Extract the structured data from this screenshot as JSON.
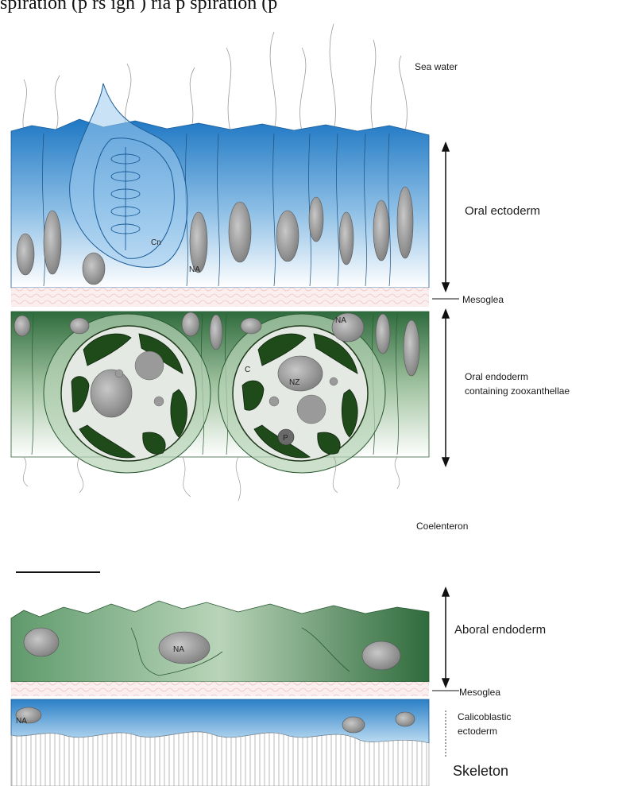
{
  "header_fragment": "spiration (p  rs igh  )   ria  p  spiration  (p",
  "labels": {
    "sea_water": "Sea water",
    "oral_ectoderm": "Oral ectoderm",
    "mesoglea_top": "Mesoglea",
    "oral_endoderm_line1": "Oral endoderm",
    "oral_endoderm_line2": "containing zooxanthellae",
    "coelenteron": "Coelenteron",
    "aboral_endoderm": "Aboral endoderm",
    "mesoglea_bottom": "Mesoglea",
    "calicoblastic_line1": "Calicoblastic",
    "calicoblastic_line2": "ectoderm",
    "skeleton": "Skeleton"
  },
  "cell_labels": {
    "cnidocyst": "Cn",
    "nucleus_ecto": "NA",
    "nucleus_endo": "NA",
    "chloroplast": "C",
    "nucleus_zoox": "NZ",
    "pyrenoid": "P",
    "nucleus_aboral": "NA",
    "nucleus_calico": "NA"
  },
  "colors": {
    "ectoderm_blue": "#1f78c4",
    "endoderm_green": "#2e6b3c",
    "chloroplast_green": "#1f4a1a",
    "mesoglea_pink": "#f2d6d6",
    "nucleus_grey": "#8a8a8a"
  }
}
